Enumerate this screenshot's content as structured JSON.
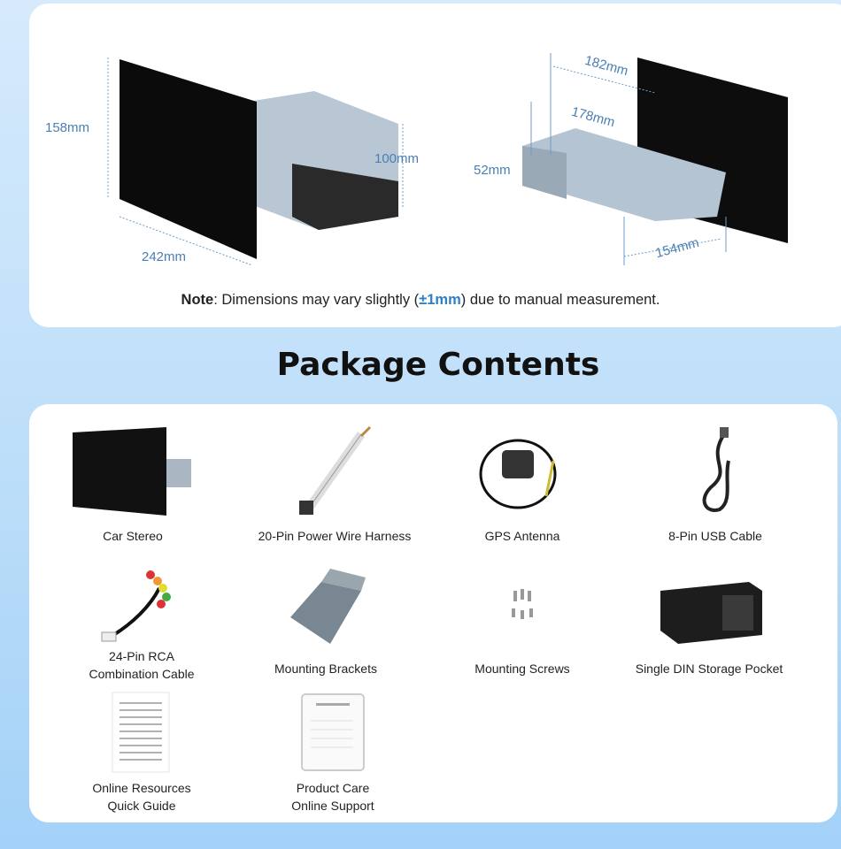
{
  "dimensions": {
    "front": {
      "height": "158mm",
      "depth_height": "100mm",
      "width": "242mm"
    },
    "rear": {
      "outer_depth": "182mm",
      "inner_depth": "178mm",
      "chassis_height": "52mm",
      "chassis_width": "154mm"
    },
    "note": {
      "label": "Note",
      "text_before": ": Dimensions may vary slightly (",
      "tolerance": "±1mm",
      "text_after": ") due to manual measurement."
    }
  },
  "package": {
    "title": "Package Contents",
    "items": [
      {
        "label": "Car Stereo"
      },
      {
        "label": "20-Pin Power Wire Harness"
      },
      {
        "label": "GPS Antenna"
      },
      {
        "label": "8-Pin USB Cable"
      },
      {
        "label_line1": "24-Pin RCA",
        "label_line2": "Combination Cable"
      },
      {
        "label": "Mounting Brackets"
      },
      {
        "label": "Mounting Screws"
      },
      {
        "label": "Single DIN Storage Pocket"
      },
      {
        "label_line1": "Online Resources",
        "label_line2": "Quick Guide"
      },
      {
        "label_line1": "Product Care",
        "label_line2": "Online Support"
      }
    ]
  },
  "colors": {
    "accent": "#2f7fc5",
    "dimension": "#4a7fb3"
  }
}
